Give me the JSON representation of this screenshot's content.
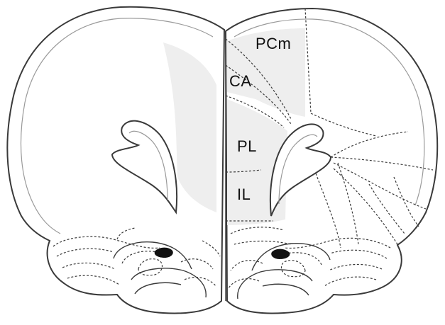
{
  "regions": {
    "pcm": "PCm",
    "ca": "CA",
    "pl": "PL",
    "il": "IL"
  },
  "colors": {
    "outline": "#3a3a3a",
    "shading": "#eeeeee",
    "ventricle": "#111111"
  }
}
